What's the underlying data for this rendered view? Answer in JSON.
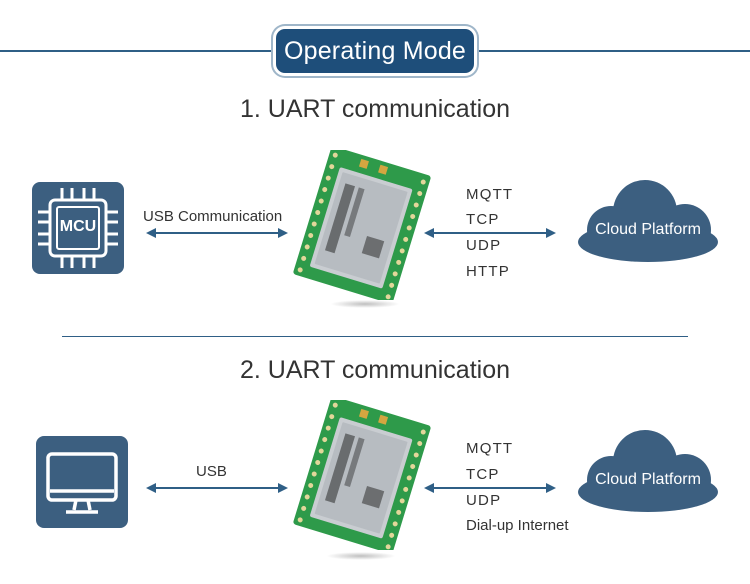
{
  "header": {
    "title": "Operating Mode"
  },
  "colors": {
    "accent": "#1e4e7a",
    "icon_bg": "#3c5f80",
    "cloud": "#3c5f80",
    "pcb": "#2e9a4a"
  },
  "sections": [
    {
      "title": "1. UART communication",
      "device_icon": "mcu-chip-icon",
      "device_label": "MCU",
      "link_label": "USB Communication",
      "protocols": [
        "MQTT",
        "TCP",
        "UDP",
        "HTTP"
      ],
      "cloud_label": "Cloud Platform"
    },
    {
      "title": "2. UART communication",
      "device_icon": "monitor-icon",
      "link_label": "USB",
      "protocols": [
        "MQTT",
        "TCP",
        "UDP",
        "Dial-up Internet"
      ],
      "cloud_label": "Cloud Platform"
    }
  ]
}
